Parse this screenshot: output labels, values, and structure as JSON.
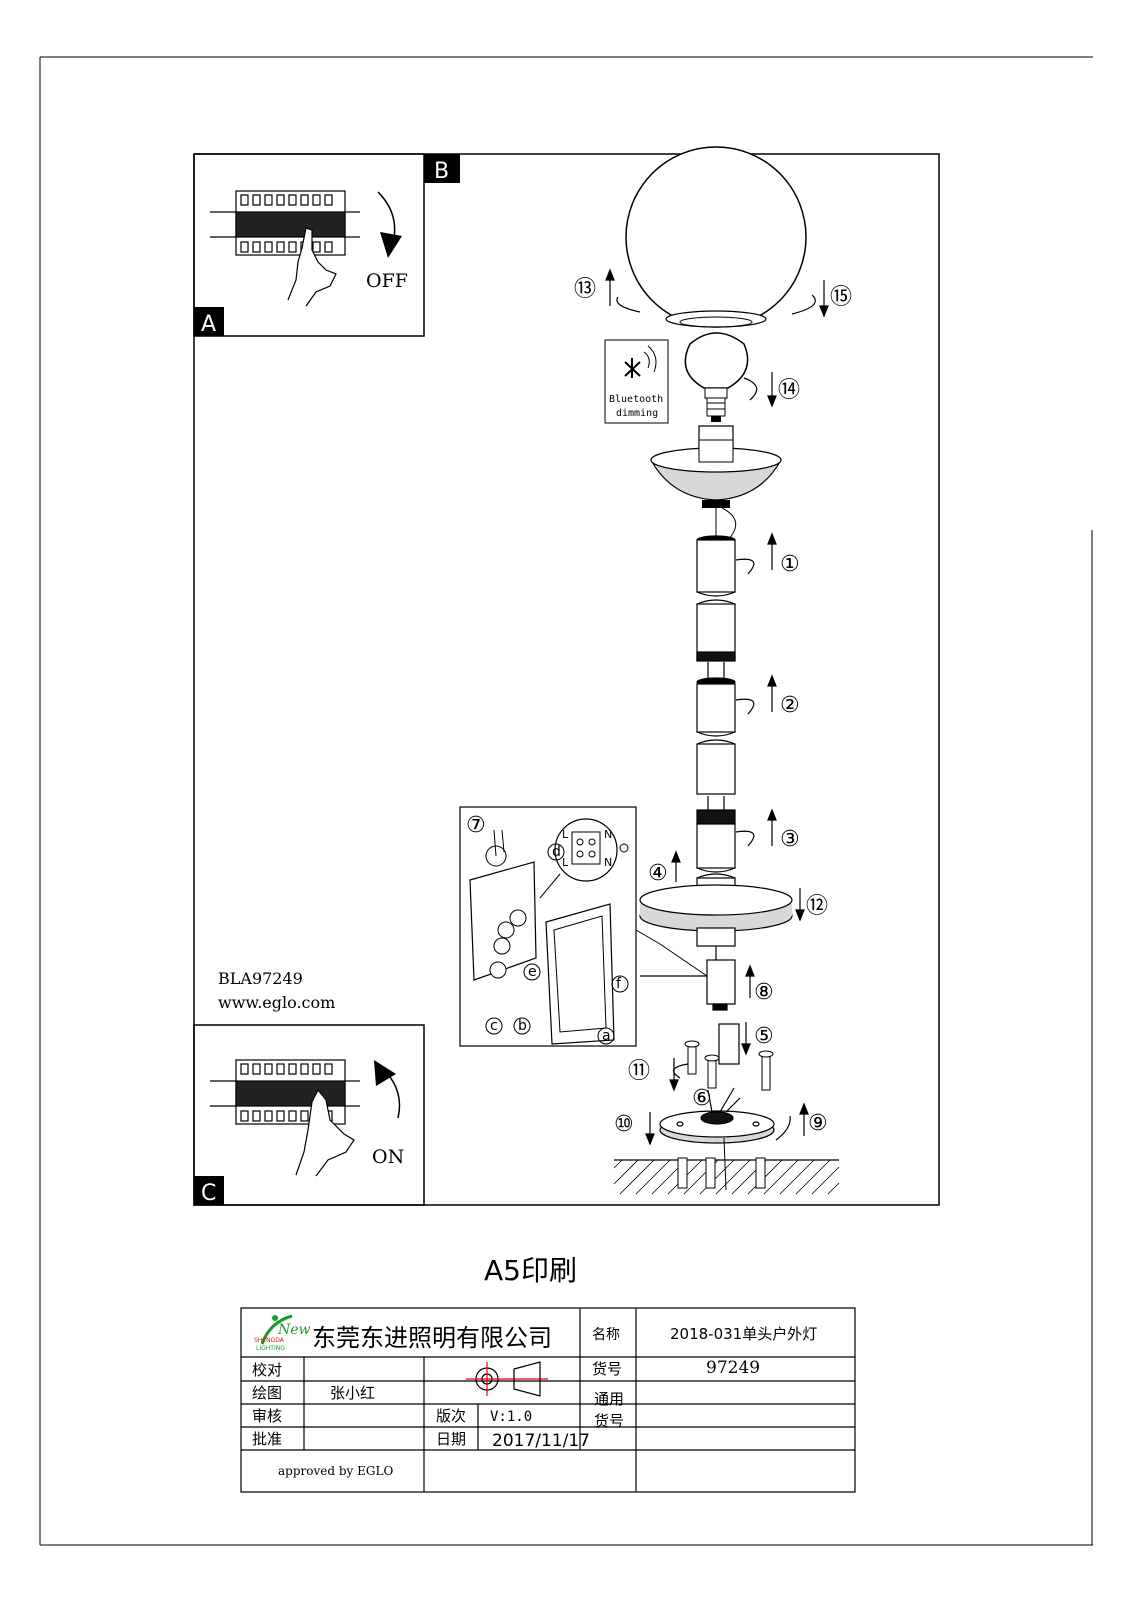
{
  "panels": {
    "a": {
      "letter": "A",
      "label": "OFF"
    },
    "b": {
      "letter": "B"
    },
    "c": {
      "letter": "C",
      "label": "ON"
    }
  },
  "badge": {
    "line1": "Bluetooth",
    "line2": "dimming"
  },
  "product": {
    "code": "BLA97249",
    "website": "www.eglo.com"
  },
  "steps": [
    "①",
    "②",
    "③",
    "④",
    "⑤",
    "⑥",
    "⑦",
    "⑧",
    "⑨",
    "⑩",
    "⑪",
    "⑫",
    "⑬",
    "⑭",
    "⑮"
  ],
  "junction_box": {
    "a": "a",
    "b": "b",
    "c": "c",
    "d": "d",
    "e": "e",
    "f": "f",
    "L": "L",
    "N": "N"
  },
  "print_note": "A5印刷",
  "title_block": {
    "company": "东莞东进照明有限公司",
    "logo_word": "New",
    "logo_sub1": "SHENGDA",
    "logo_sub2": "LIGHTING",
    "name_label": "名称",
    "name_value": "2018-031单头户外灯",
    "item_label": "货号",
    "item_value": "97249",
    "general_label_1": "通用",
    "general_label_2": "货号",
    "check_label": "校对",
    "draw_label": "绘图",
    "draw_value": "张小红",
    "review_label": "审核",
    "approve_label": "批准",
    "version_label": "版次",
    "version_value": "V:1.0",
    "date_label": "日期",
    "date_value": "2017/11/17",
    "approved_by": "approved by EGLO"
  }
}
